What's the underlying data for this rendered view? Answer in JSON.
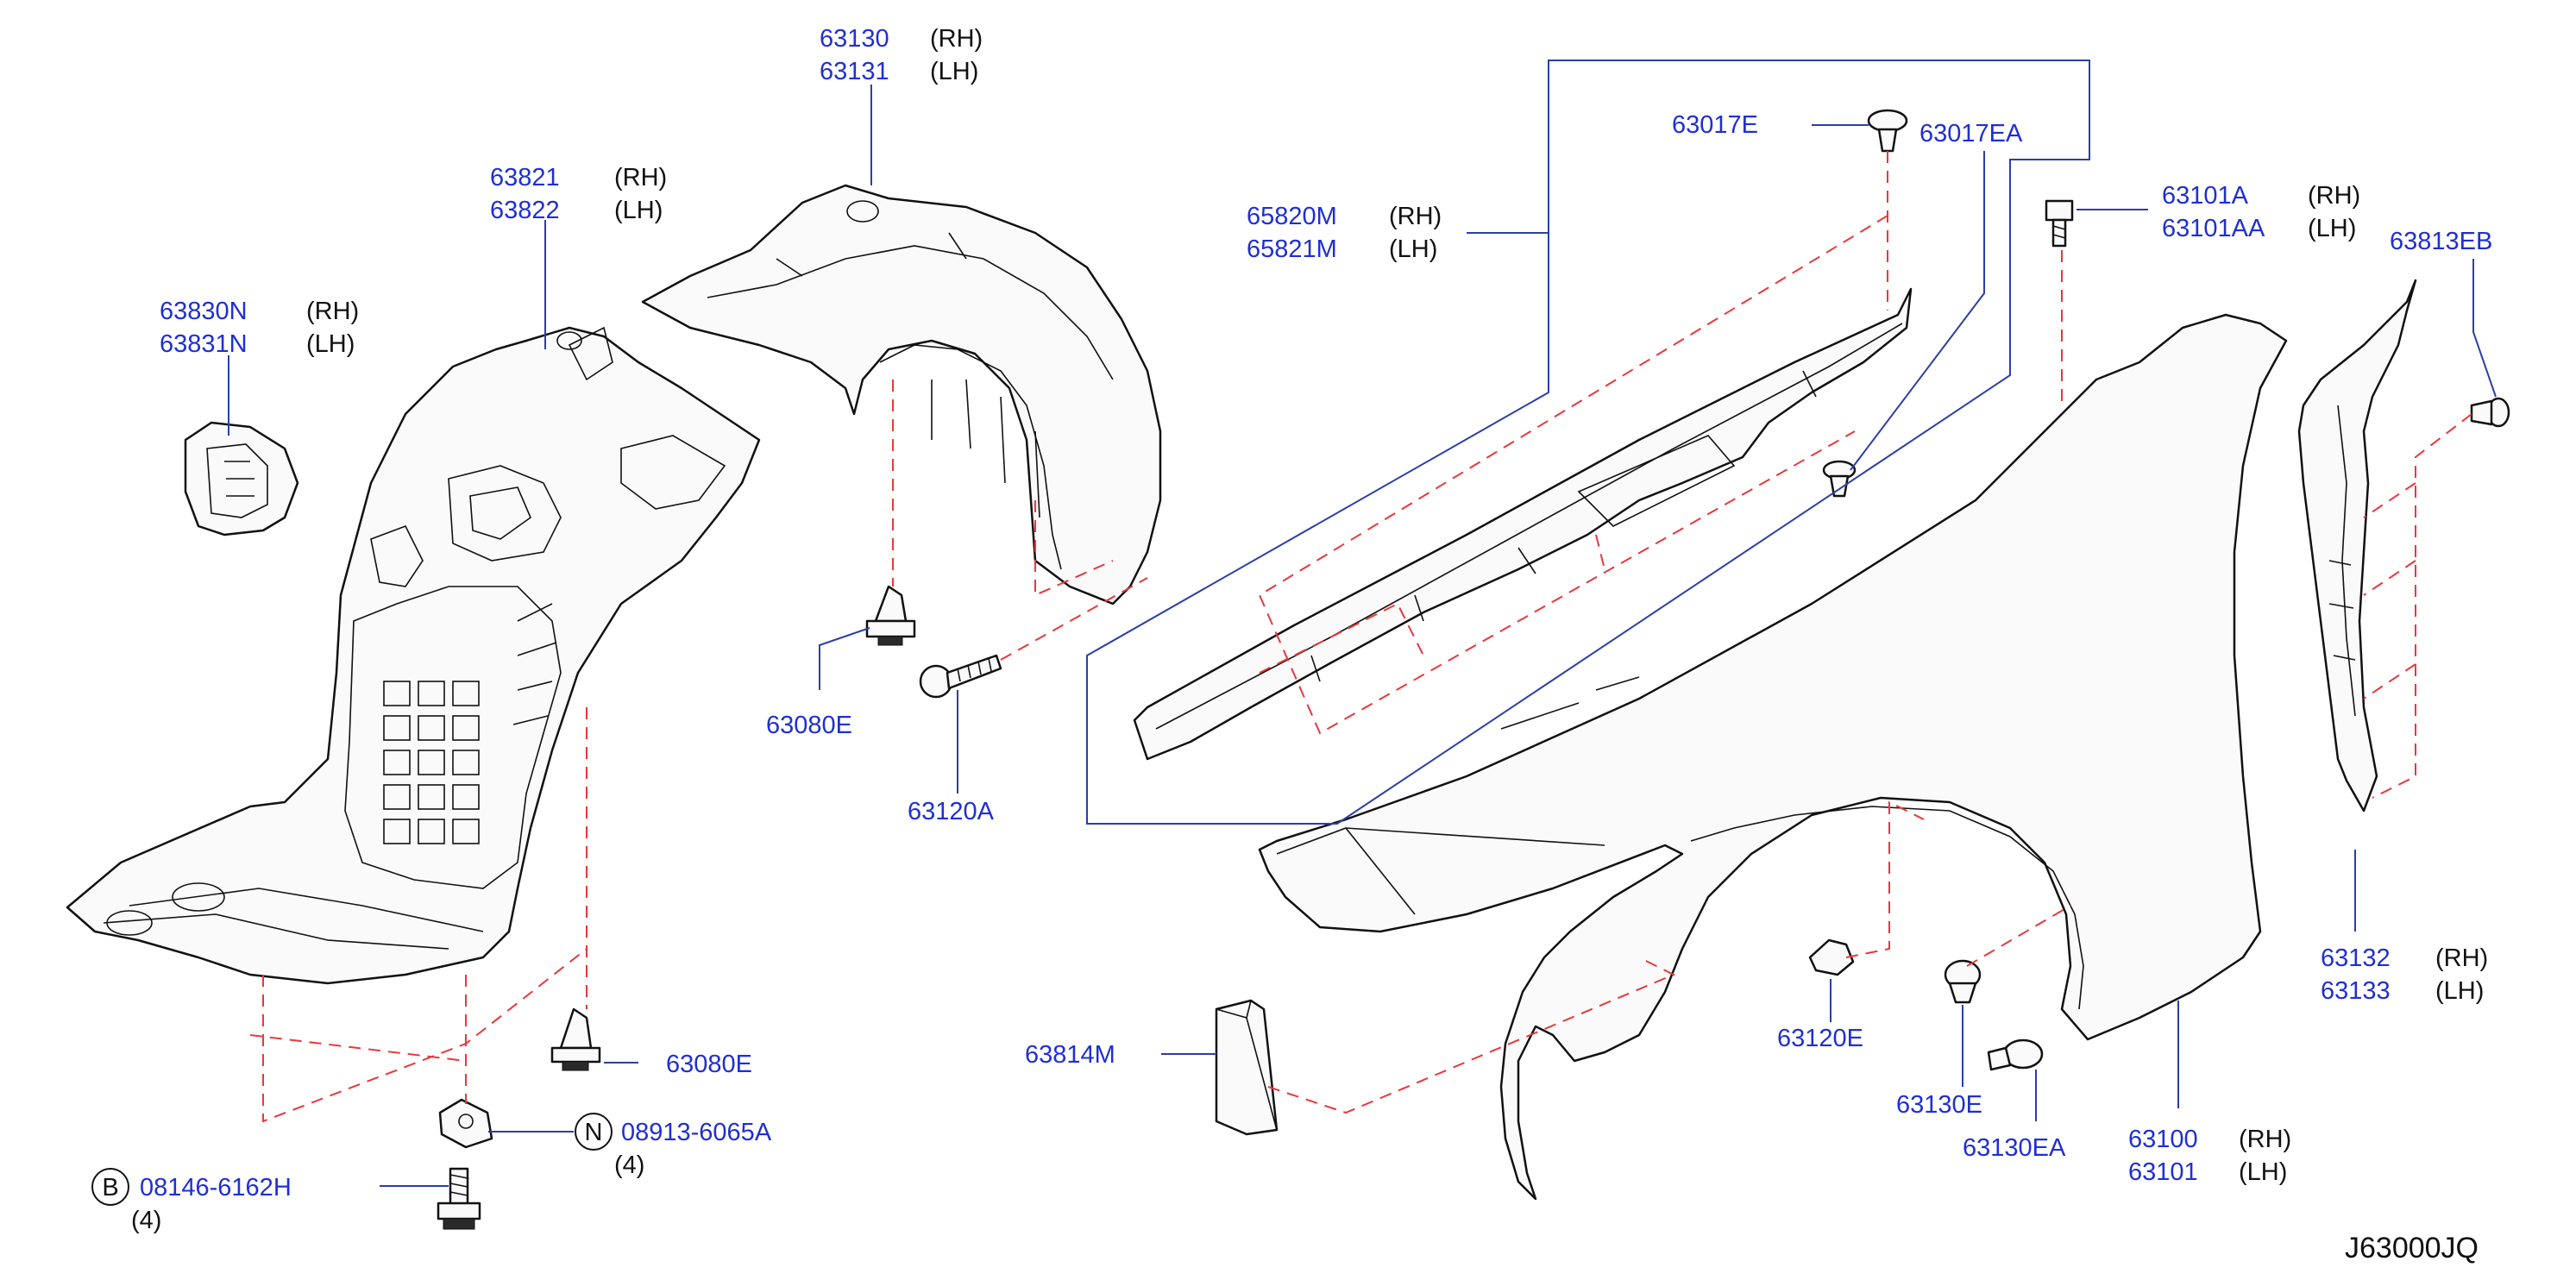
{
  "diagram_id": "J63000JQ",
  "side_labels": {
    "rh": "(RH)",
    "lh": "(LH)"
  },
  "callouts": {
    "p63130": "63130",
    "p63131": "63131",
    "p63821": "63821",
    "p63822": "63822",
    "p63830N": "63830N",
    "p63831N": "63831N",
    "p63080E_a": "63080E",
    "p63080E_b": "63080E",
    "p63120A": "63120A",
    "p65820M": "65820M",
    "p65821M": "65821M",
    "p63017E": "63017E",
    "p63017EA": "63017EA",
    "p63101A": "63101A",
    "p63101AA": "63101AA",
    "p63813EB": "63813EB",
    "p63132": "63132",
    "p63133": "63133",
    "p63814M": "63814M",
    "p63120E": "63120E",
    "p63130E": "63130E",
    "p63130EA": "63130EA",
    "p63100": "63100",
    "p63101": "63101",
    "p08913": "08913-6065A",
    "q08913": "(4)",
    "p08146": "08146-6162H",
    "q08146": "(4)"
  },
  "symbols": {
    "n": "N",
    "b": "B"
  },
  "colors": {
    "part_number": "#1f2fd4",
    "leader": "#2b3fa8",
    "dashed": "#e8383b",
    "outline": "#111111"
  }
}
